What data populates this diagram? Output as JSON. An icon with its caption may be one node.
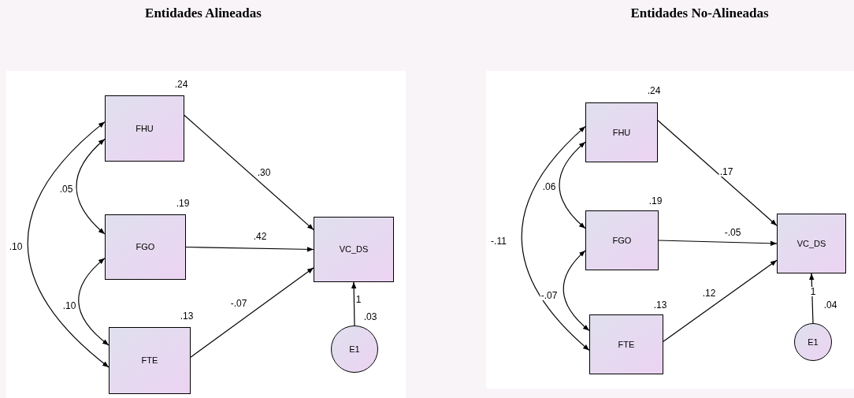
{
  "diagram": {
    "nodes": [
      {
        "text": [
          "Entidades Alineadas"
        ]
      },
      {
        "text": [
          "FHU"
        ],
        "in": 0,
        "beside": [
          ".24"
        ]
      },
      {
        "text": [
          "FGO"
        ],
        "in": 0,
        "beside": [
          ".19"
        ]
      },
      {
        "text": [
          "FTE"
        ],
        "in": 0,
        "beside": [
          ".13"
        ]
      },
      {
        "text": [
          "VC_DS"
        ],
        "in": 0
      },
      {
        "text": [
          "E1"
        ],
        "in": 0,
        "beside": [
          ".03"
        ]
      },
      {
        "text": [
          "Entidades No-Alineadas"
        ]
      },
      {
        "text": [
          "FHU"
        ],
        "in": 6,
        "beside": [
          ".24"
        ]
      },
      {
        "text": [
          "FGO"
        ],
        "in": 6,
        "beside": [
          ".19"
        ]
      },
      {
        "text": [
          "FTE"
        ],
        "in": 6,
        "beside": [
          ".13"
        ]
      },
      {
        "text": [
          "VC_DS"
        ],
        "in": 6
      },
      {
        "text": [
          "E1"
        ],
        "in": 6,
        "beside": [
          ".04"
        ]
      }
    ],
    "edges": [
      {
        "from": 1,
        "to": 4,
        "arrow": "to",
        "label": ".30"
      },
      {
        "from": 2,
        "to": 4,
        "arrow": "to",
        "label": ".42"
      },
      {
        "from": 3,
        "to": 4,
        "arrow": "to",
        "label": "-.07"
      },
      {
        "from": 5,
        "to": 4,
        "arrow": "to",
        "label": "1"
      },
      {
        "from": 1,
        "to": 2,
        "arrow": "both",
        "label": ".05"
      },
      {
        "from": 2,
        "to": 3,
        "arrow": "both",
        "label": ".10"
      },
      {
        "from": 1,
        "to": 3,
        "arrow": "both",
        "label": ".10"
      },
      {
        "from": 7,
        "to": 10,
        "arrow": "to",
        "label": ".17"
      },
      {
        "from": 8,
        "to": 10,
        "arrow": "to",
        "label": "-.05"
      },
      {
        "from": 9,
        "to": 10,
        "arrow": "to",
        "label": ".12"
      },
      {
        "from": 11,
        "to": 10,
        "arrow": "to",
        "label": "1"
      },
      {
        "from": 7,
        "to": 8,
        "arrow": "both",
        "label": ".06"
      },
      {
        "from": 8,
        "to": 9,
        "arrow": "both",
        "label": "-.07"
      },
      {
        "from": 7,
        "to": 9,
        "arrow": "both",
        "label": "-.11"
      }
    ]
  }
}
